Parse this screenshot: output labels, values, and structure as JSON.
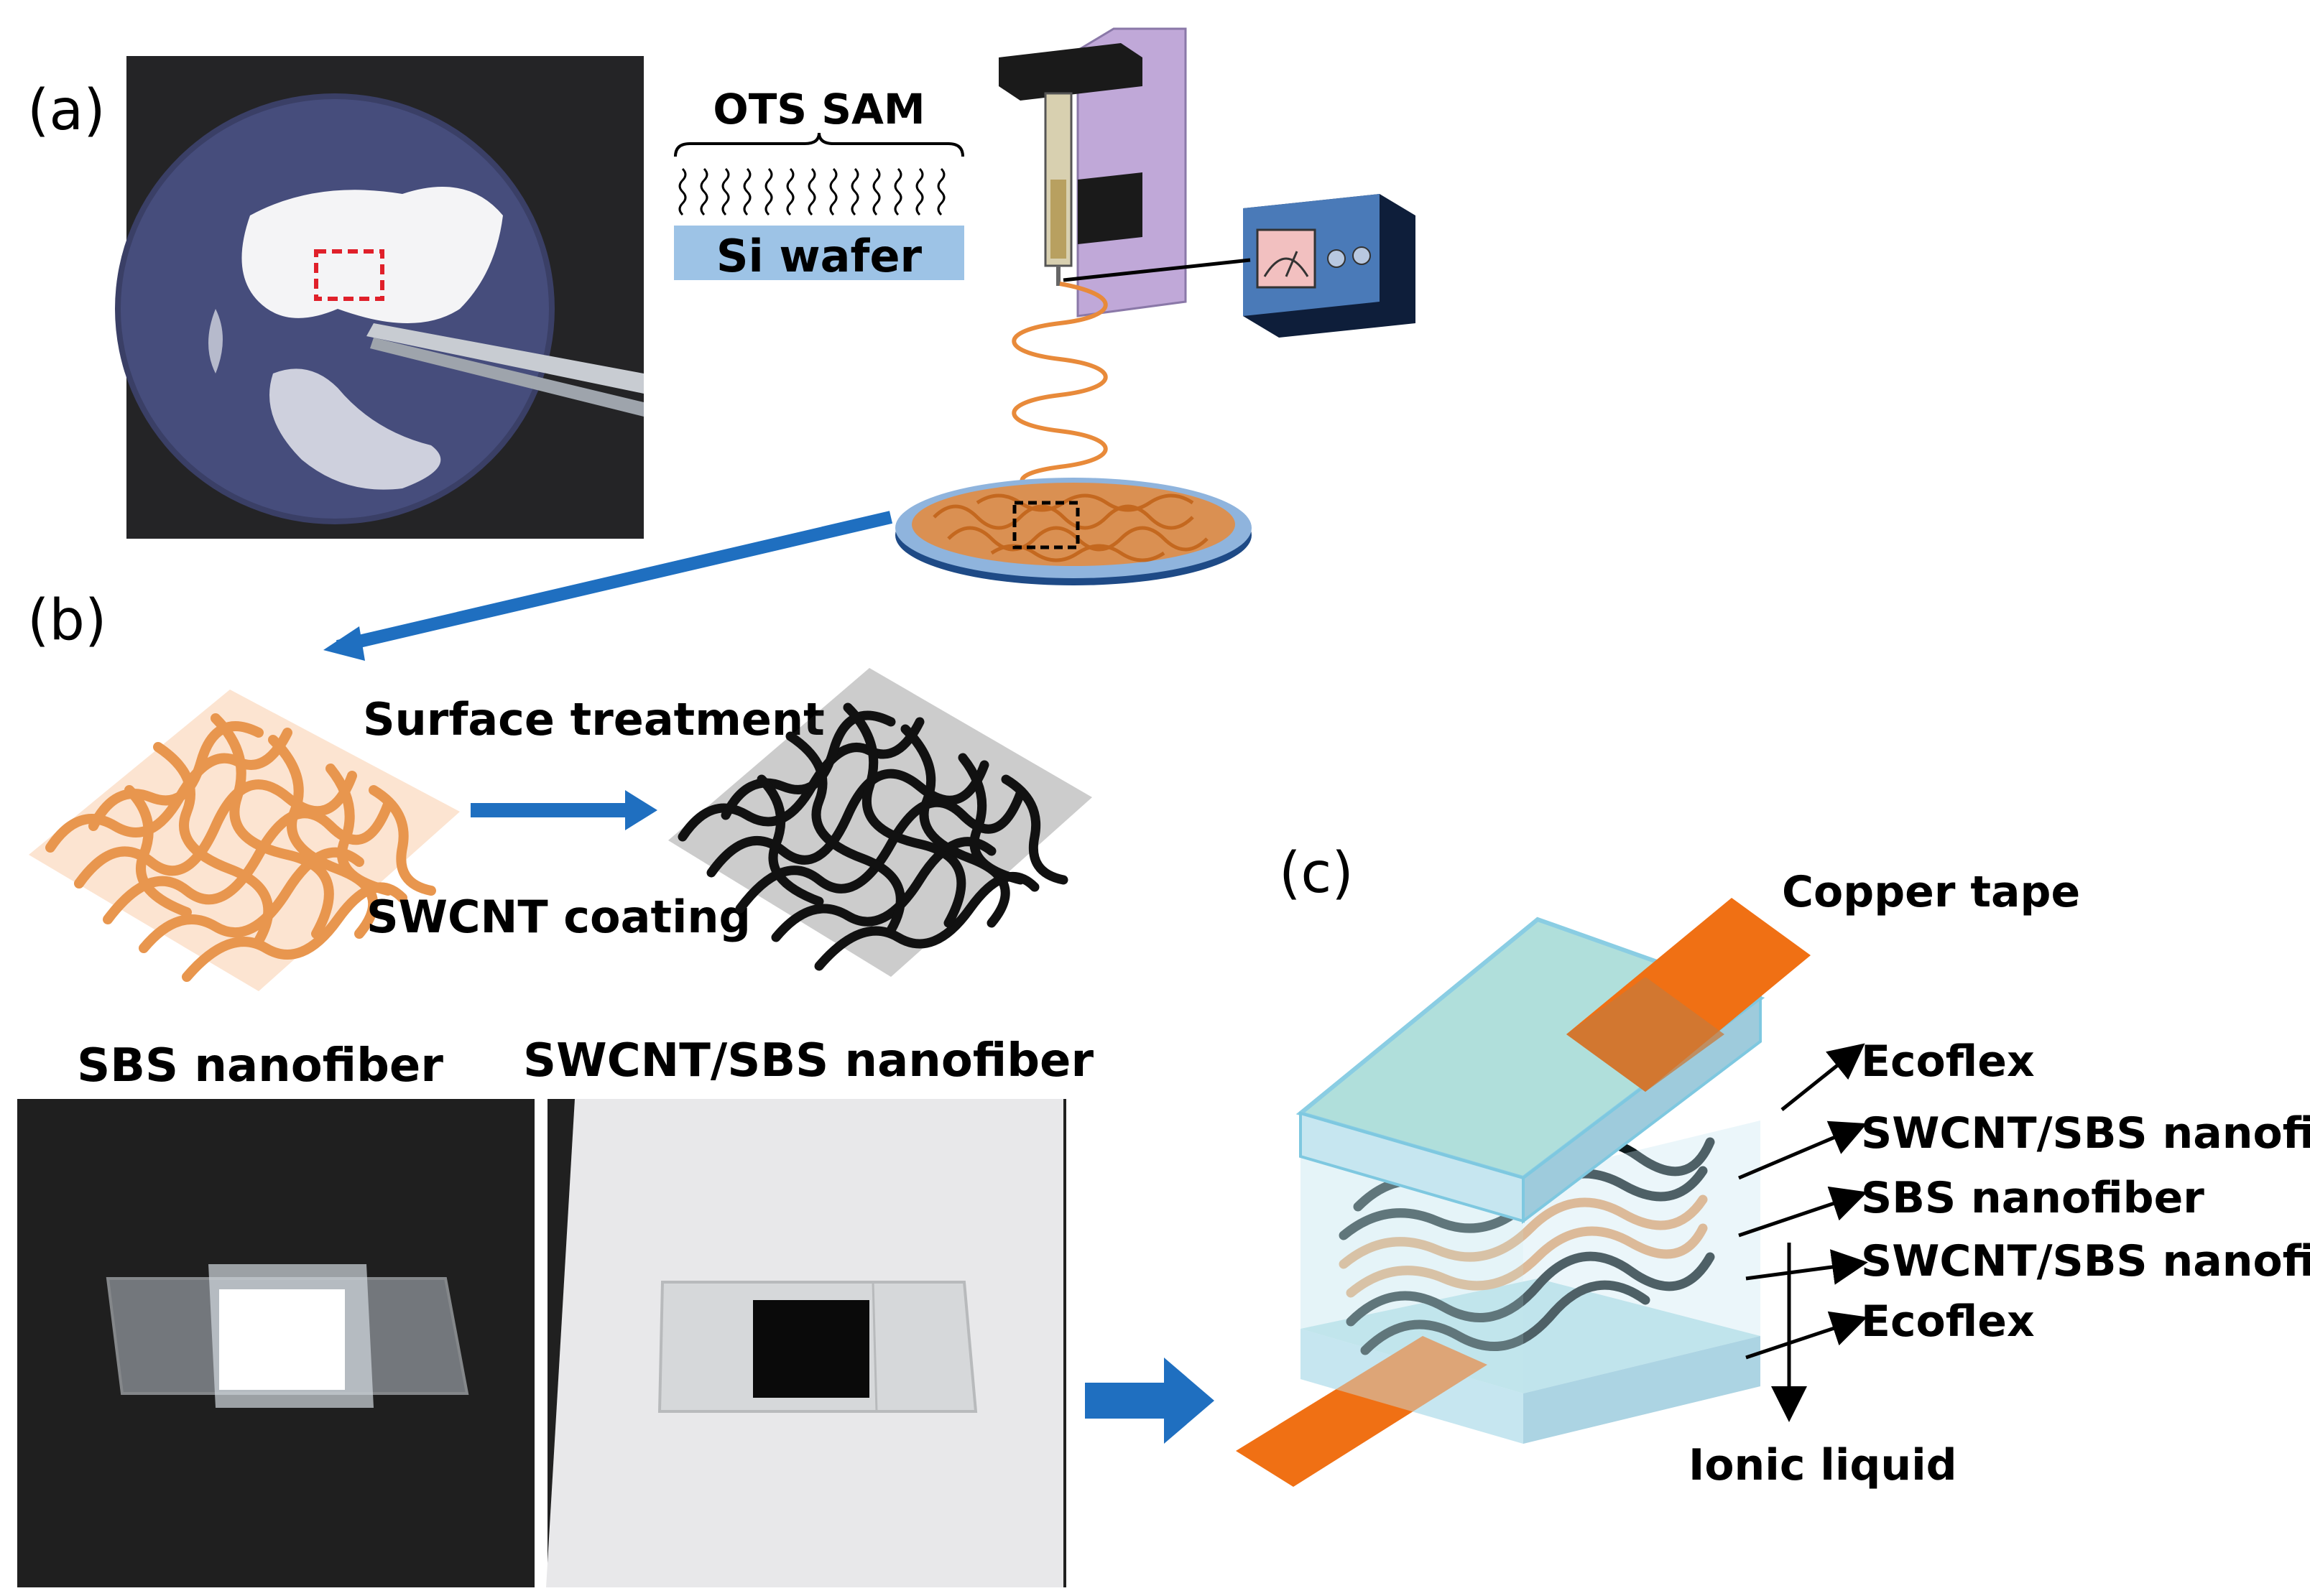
{
  "panel_labels": {
    "a": "(a)",
    "b": "(b)",
    "c": "(c)"
  },
  "panel_a": {
    "ots_sam": "OTS SAM",
    "si_wafer": "Si wafer",
    "colors": {
      "wafer": "#9dc3e6",
      "fiber": "#e88a3a",
      "stage": "#8fb4dd"
    }
  },
  "panel_b": {
    "surface_treatment": "Surface treatment",
    "swcnt_coating": "SWCNT coating",
    "photo_left_title": "SBS nanofiber",
    "photo_right_title": "SWCNT/SBS nanofiber",
    "colors": {
      "arrow": "#1f6fc0",
      "sbs": "#e8964e",
      "swcnt": "#111111"
    }
  },
  "panel_c": {
    "copper_tape": "Copper tape",
    "layers": [
      "Ecoflex",
      "SWCNT/SBS nanofiber",
      "SBS nanofiber",
      "SWCNT/SBS nanofiber",
      "Ecoflex"
    ],
    "ionic_liquid": "Ionic liquid",
    "colors": {
      "copper": "#f07014",
      "ecoflex": "#a8dcd8",
      "frame": "#c6e6f0"
    }
  }
}
